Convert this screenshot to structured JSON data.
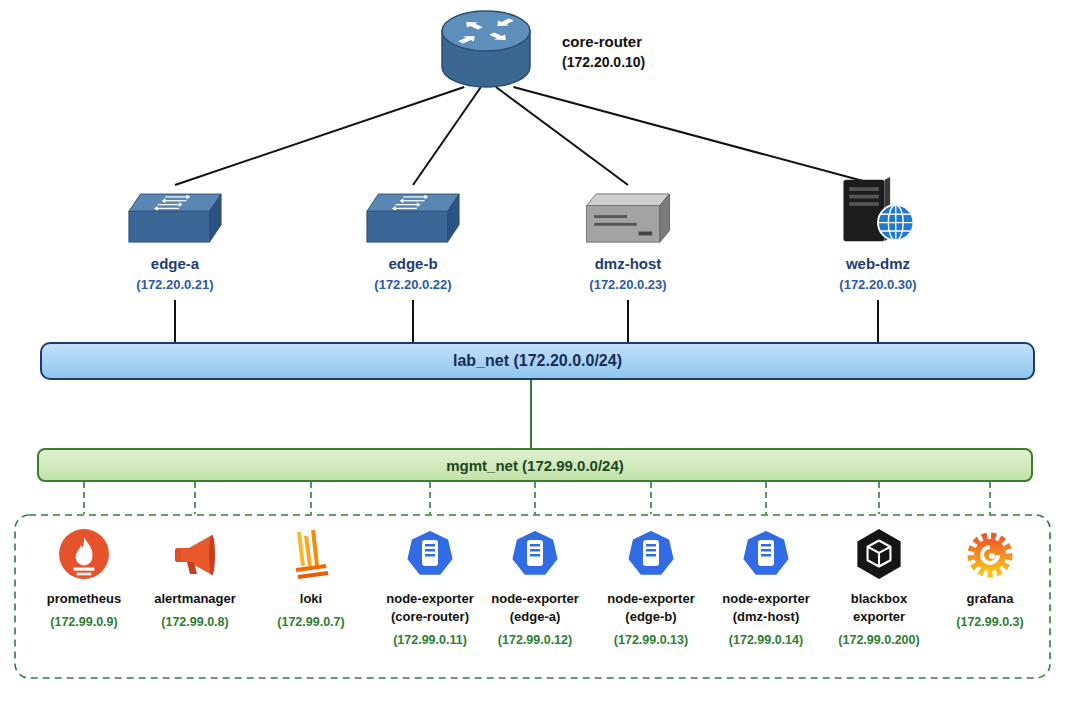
{
  "diagram": {
    "nodes": [
      {
        "text": [
          "core-router",
          "(172.20.0.10)"
        ]
      },
      {
        "text": [
          "edge-a",
          "(172.20.0.21)"
        ]
      },
      {
        "text": [
          "edge-b",
          "(172.20.0.22)"
        ]
      },
      {
        "text": [
          "dmz-host",
          "(172.20.0.23)"
        ]
      },
      {
        "text": [
          "web-dmz",
          "(172.20.0.30)"
        ]
      },
      {
        "text": [
          "lab_net (172.20.0.0/24)"
        ]
      },
      {
        "text": [
          "mgmt_net (172.99.0.0/24)"
        ]
      },
      {
        "text": [
          "prometheus",
          "(172.99.0.9)"
        ]
      },
      {
        "text": [
          "alertmanager",
          "(172.99.0.8)"
        ]
      },
      {
        "text": [
          "loki",
          "(172.99.0.7)"
        ]
      },
      {
        "text": [
          "node-exporter (core-router)",
          "(172.99.0.11)"
        ]
      },
      {
        "text": [
          "node-exporter (edge-a)",
          "(172.99.0.12)"
        ]
      },
      {
        "text": [
          "node-exporter (edge-b)",
          "(172.99.0.13)"
        ]
      },
      {
        "text": [
          "node-exporter (dmz-host)",
          "(172.99.0.14)"
        ]
      },
      {
        "text": [
          "blackbox exporter",
          "(172.99.0.200)"
        ]
      },
      {
        "text": [
          "grafana",
          "(172.99.0.3)"
        ]
      }
    ],
    "edges": [
      {
        "from": 0,
        "to": 1,
        "arrow": "none"
      },
      {
        "from": 0,
        "to": 2,
        "arrow": "none"
      },
      {
        "from": 0,
        "to": 3,
        "arrow": "none"
      },
      {
        "from": 0,
        "to": 4,
        "arrow": "none"
      },
      {
        "from": 1,
        "to": 5,
        "arrow": "none"
      },
      {
        "from": 2,
        "to": 5,
        "arrow": "none"
      },
      {
        "from": 3,
        "to": 5,
        "arrow": "none"
      },
      {
        "from": 4,
        "to": 5,
        "arrow": "none"
      },
      {
        "from": 5,
        "to": 6,
        "arrow": "none"
      },
      {
        "from": 6,
        "to": 7,
        "arrow": "none"
      },
      {
        "from": 6,
        "to": 8,
        "arrow": "none"
      },
      {
        "from": 6,
        "to": 9,
        "arrow": "none"
      },
      {
        "from": 6,
        "to": 10,
        "arrow": "none"
      },
      {
        "from": 6,
        "to": 11,
        "arrow": "none"
      },
      {
        "from": 6,
        "to": 12,
        "arrow": "none"
      },
      {
        "from": 6,
        "to": 13,
        "arrow": "none"
      },
      {
        "from": 6,
        "to": 14,
        "arrow": "none"
      },
      {
        "from": 6,
        "to": 15,
        "arrow": "none"
      }
    ]
  }
}
